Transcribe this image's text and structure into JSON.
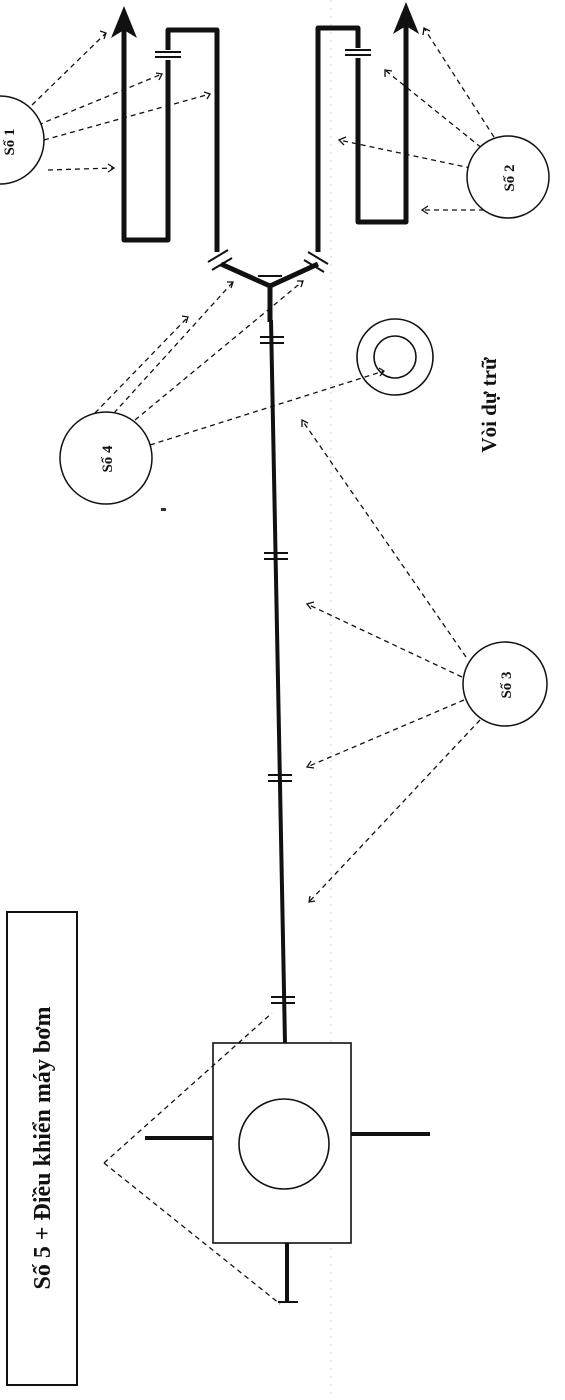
{
  "teams": {
    "t1": "Số 1",
    "t2": "Số 2",
    "t3": "Số 3",
    "t4": "Số 4"
  },
  "hydrant_label": "Vòi dự trữ",
  "pump_label": "Số 5 + Điều khiển máy bơm",
  "colors": {
    "ink": "#111111",
    "paper": "#ffffff"
  }
}
